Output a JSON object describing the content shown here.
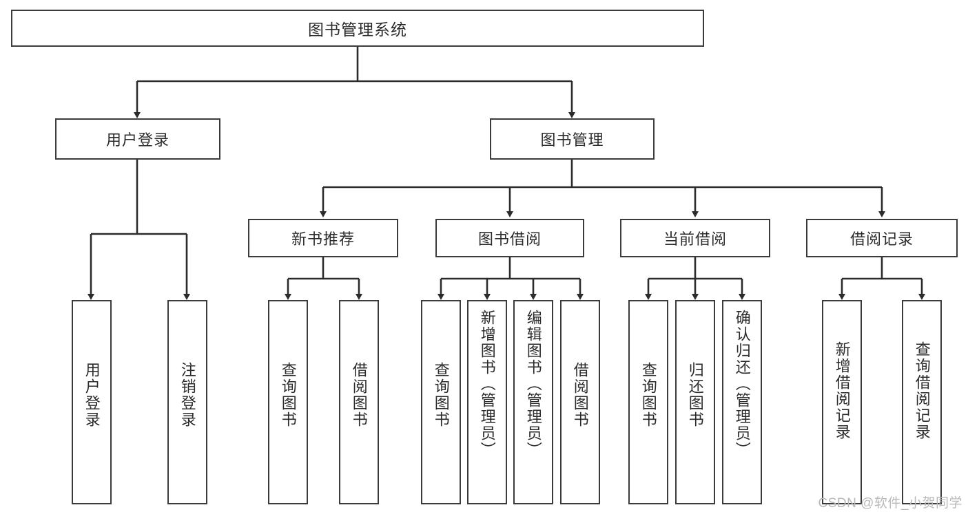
{
  "diagram": {
    "title": "图书管理系统",
    "type": "tree",
    "stroke_color": "#3b3b3b",
    "fill_color": "#ffffff",
    "text_color": "#2b2b2b",
    "root": {
      "label": "图书管理系统"
    },
    "level2": [
      {
        "label": "用户登录"
      },
      {
        "label": "图书管理"
      },
      {
        "label": "新书推荐"
      },
      {
        "label": "图书借阅"
      },
      {
        "label": "当前借阅"
      },
      {
        "label": "借阅记录"
      }
    ],
    "leaves": [
      {
        "label": "用户登录"
      },
      {
        "label": "注销登录"
      },
      {
        "label": "查询图书"
      },
      {
        "label": "借阅图书"
      },
      {
        "label": "查询图书"
      },
      {
        "label": "新增图书（管理员）"
      },
      {
        "label": "编辑图书（管理员）"
      },
      {
        "label": "借阅图书"
      },
      {
        "label": "查询图书"
      },
      {
        "label": "归还图书"
      },
      {
        "label": "确认归还（管理员）"
      },
      {
        "label": "新增借阅记录"
      },
      {
        "label": "查询借阅记录"
      }
    ]
  },
  "watermark": {
    "text": "CSDN @软件_小贺同学"
  }
}
